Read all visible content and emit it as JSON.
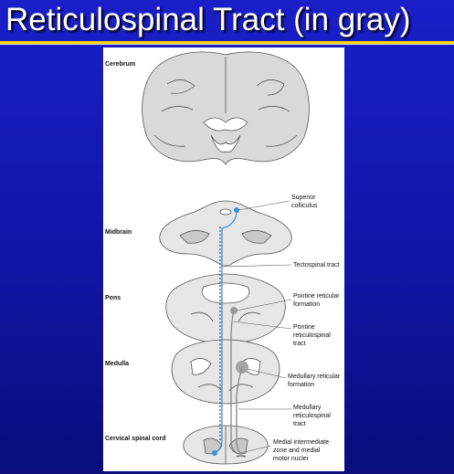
{
  "slide": {
    "title": "Reticulospinal Tract (in gray)"
  },
  "diagram": {
    "levels": {
      "cerebrum": "Cerebrum",
      "midbrain": "Midbrain",
      "pons": "Pons",
      "medulla": "Medulla",
      "cervical": "Cervical spinal cord"
    },
    "annotations": {
      "superior_colliculus": [
        "Superior",
        "colliculus"
      ],
      "tectospinal_tract": "Tectospinal tract",
      "pontine_reticular_formation": [
        "Pontine reticular",
        "formation"
      ],
      "pontine_reticulospinal_tract": [
        "Pontine",
        "reticulospinal",
        "tract"
      ],
      "medullary_reticular_formation": [
        "Medullary reticular",
        "formation"
      ],
      "medullary_reticulospinal_tract": [
        "Medullary",
        "reticulospinal",
        "tract"
      ],
      "medial_intermediate_zone": [
        "Medial intermediate",
        "zone and medial",
        "motor nuclei"
      ]
    },
    "colors": {
      "tectospinal": "#3a8fd9",
      "reticulospinal": "#888888",
      "tissue": "#e6e6e6",
      "outline": "#555555"
    }
  }
}
